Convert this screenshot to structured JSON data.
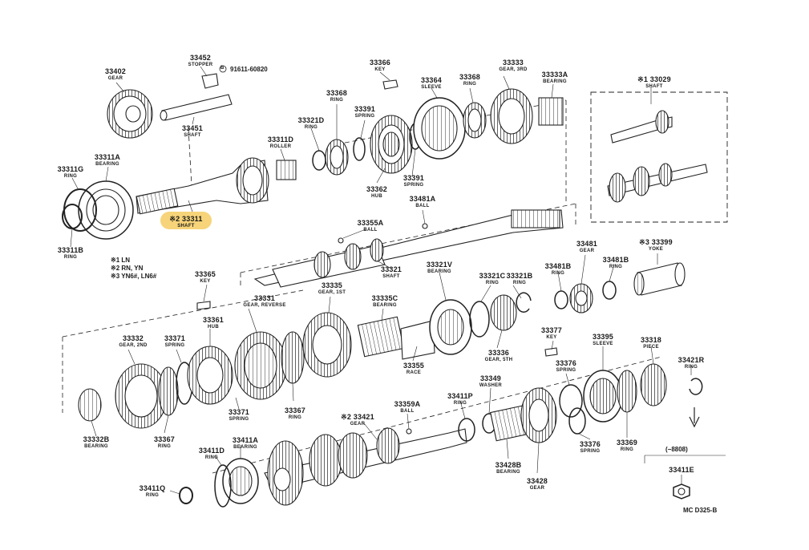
{
  "highlight_color": "#f6cf6a",
  "ink_color": "#1a1a1a",
  "parts": [
    {
      "num": "33402",
      "name": "GEAR"
    },
    {
      "num": "33452",
      "name": "STOPPER"
    },
    {
      "num": "33451",
      "name": "SHAFT"
    },
    {
      "num": "33311A",
      "name": "BEARING"
    },
    {
      "num": "33311G",
      "name": "RING"
    },
    {
      "num": "33311B",
      "name": "RING"
    },
    {
      "num": "※2 33311",
      "name": "SHAFT"
    },
    {
      "num": "33311D",
      "name": "ROLLER"
    },
    {
      "num": "33368",
      "name": "RING"
    },
    {
      "num": "33321D",
      "name": "RING"
    },
    {
      "num": "33391",
      "name": "SPRING"
    },
    {
      "num": "33366",
      "name": "KEY"
    },
    {
      "num": "33364",
      "name": "SLEEVE"
    },
    {
      "num": "33368",
      "name": "RING"
    },
    {
      "num": "33333",
      "name": "GEAR, 3RD"
    },
    {
      "num": "33333A",
      "name": "BEARING"
    },
    {
      "num": "33362",
      "name": "HUB"
    },
    {
      "num": "33391",
      "name": "SPRING"
    },
    {
      "num": "33481A",
      "name": "BALL"
    },
    {
      "num": "33355A",
      "name": "BALL"
    },
    {
      "num": "33321",
      "name": "SHAFT"
    },
    {
      "num": "33321V",
      "name": "BEARING"
    },
    {
      "num": "33321C",
      "name": "RING"
    },
    {
      "num": "33321B",
      "name": "RING"
    },
    {
      "num": "33481B",
      "name": "RING"
    },
    {
      "num": "33481",
      "name": "GEAR"
    },
    {
      "num": "33481B",
      "name": "RING"
    },
    {
      "num": "※3 33399",
      "name": "YOKE"
    },
    {
      "num": "※1 33029",
      "name": "SHAFT"
    },
    {
      "num": "33365",
      "name": "KEY"
    },
    {
      "num": "33331",
      "name": "GEAR, REVERSE"
    },
    {
      "num": "33335",
      "name": "GEAR, 1ST"
    },
    {
      "num": "33335C",
      "name": "BEARING"
    },
    {
      "num": "33361",
      "name": "HUB"
    },
    {
      "num": "33332",
      "name": "GEAR, 2ND"
    },
    {
      "num": "33371",
      "name": "SPRING"
    },
    {
      "num": "33355",
      "name": "RACE"
    },
    {
      "num": "33336",
      "name": "GEAR, 5TH"
    },
    {
      "num": "33377",
      "name": "KEY"
    },
    {
      "num": "33395",
      "name": "SLEEVE"
    },
    {
      "num": "33318",
      "name": "PIECE"
    },
    {
      "num": "33376",
      "name": "SPRING"
    },
    {
      "num": "33421R",
      "name": "RING"
    },
    {
      "num": "33367",
      "name": "RING"
    },
    {
      "num": "33371",
      "name": "SPRING"
    },
    {
      "num": "33349",
      "name": "WASHER"
    },
    {
      "num": "33411P",
      "name": "RING"
    },
    {
      "num": "33359A",
      "name": "BALL"
    },
    {
      "num": "※2 33421",
      "name": "GEAR"
    },
    {
      "num": "33332B",
      "name": "BEARING"
    },
    {
      "num": "33367",
      "name": "RING"
    },
    {
      "num": "33376",
      "name": "SPRING"
    },
    {
      "num": "33369",
      "name": "RING"
    },
    {
      "num": "33411A",
      "name": "BEARING"
    },
    {
      "num": "33411D",
      "name": "RING"
    },
    {
      "num": "33428B",
      "name": "BEARING"
    },
    {
      "num": "33428",
      "name": "GEAR"
    },
    {
      "num": "33411Q",
      "name": "RING"
    },
    {
      "num": "33411E",
      "name": ""
    }
  ],
  "notes": {
    "ref_bolt": "91611-60820",
    "ref_bolt_mark": "B",
    "legend_1": "※1 LN",
    "legend_2": "※2 RN, YN",
    "legend_3": "※3 YN6#, LN6#",
    "range": "(−8808)",
    "figure_code": "MC D325-B"
  }
}
